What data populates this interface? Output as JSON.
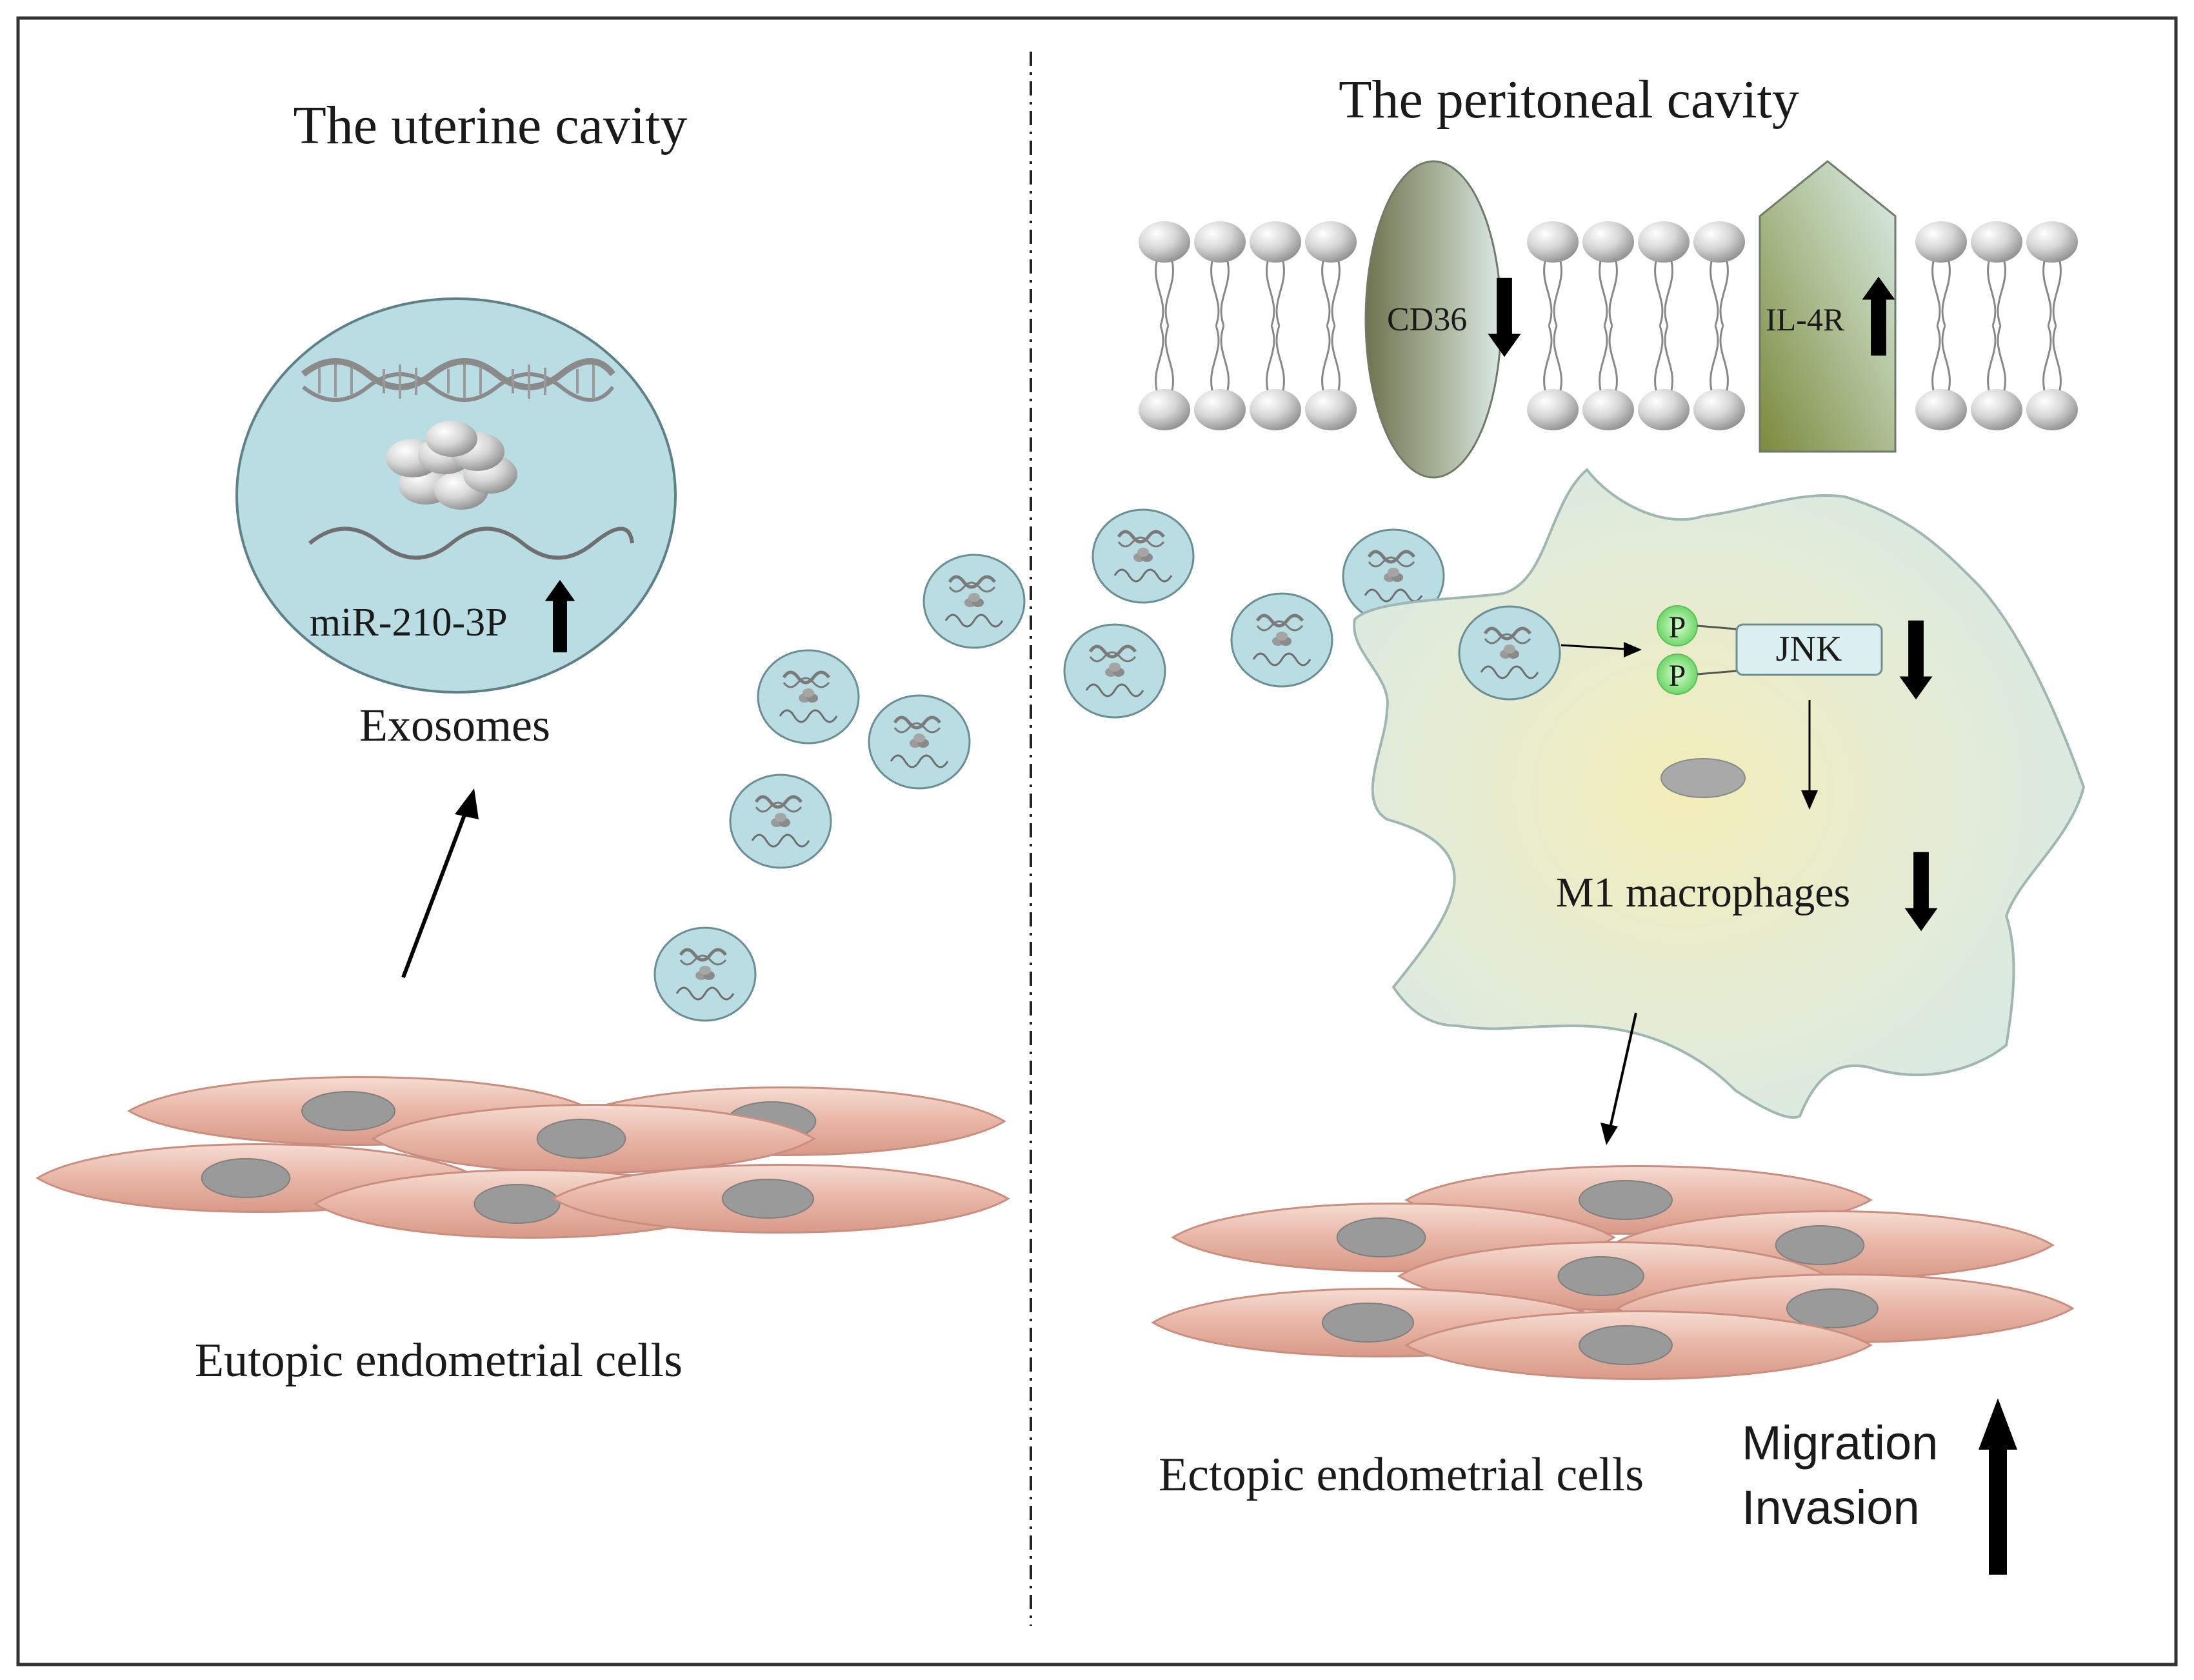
{
  "left_panel": {
    "title": "The uterine cavity",
    "exosome_label": "Exosomes",
    "mirna_label": "miR-210-3P",
    "cells_label": "Eutopic endometrial cells"
  },
  "right_panel": {
    "title": "The peritoneal cavity",
    "receptor_cd36": "CD36",
    "receptor_il4r": "IL-4R",
    "phospho_label": "P",
    "jnk_label": "JNK",
    "macrophage_label": "M1 macrophages",
    "cells_label": "Ectopic endometrial cells",
    "outcome_migration": "Migration",
    "outcome_invasion": "Invasion"
  },
  "colors": {
    "exosome_fill": "#b9dde2",
    "cell_fill": "#e8b5a6",
    "nucleus": "#9a9a9a",
    "macrophage_fill": "#e6eed8",
    "phospho_green": "#7fe07a",
    "arrow": "#000000"
  },
  "icons": [
    "up-arrow-icon",
    "down-arrow-icon",
    "dna-helix-icon",
    "protein-cluster-icon",
    "rna-wave-icon"
  ]
}
